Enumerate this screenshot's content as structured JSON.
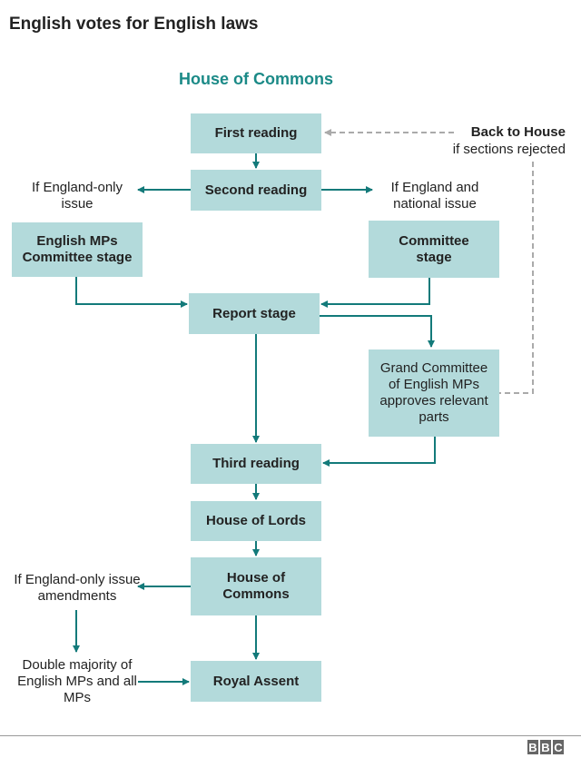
{
  "title": "English votes for English laws",
  "subtitle": "House of Commons",
  "boxes": {
    "first_reading": "First reading",
    "second_reading": "Second reading",
    "english_mps_committee": "English MPs Committee stage",
    "committee_stage": "Committee stage",
    "report_stage": "Report stage",
    "grand_committee": "Grand Committee of English MPs approves relevant parts",
    "third_reading": "Third reading",
    "house_of_lords": "House of Lords",
    "house_of_commons": "House of Commons",
    "royal_assent": "Royal Assent"
  },
  "notes": {
    "back_to_house": "Back to House",
    "if_sections_rejected": "if sections rejected",
    "england_only": "If England-only issue",
    "england_and_national": "If England and national issue",
    "england_only_amendments": "If England-only issue amendments",
    "double_majority": "Double majority of English MPs and all MPs"
  },
  "logo": [
    "B",
    "B",
    "C"
  ],
  "colors": {
    "box": "#b3dadb",
    "arrow": "#137a7a",
    "accent": "#1b8a87",
    "dashed": "#aaaaaa"
  }
}
